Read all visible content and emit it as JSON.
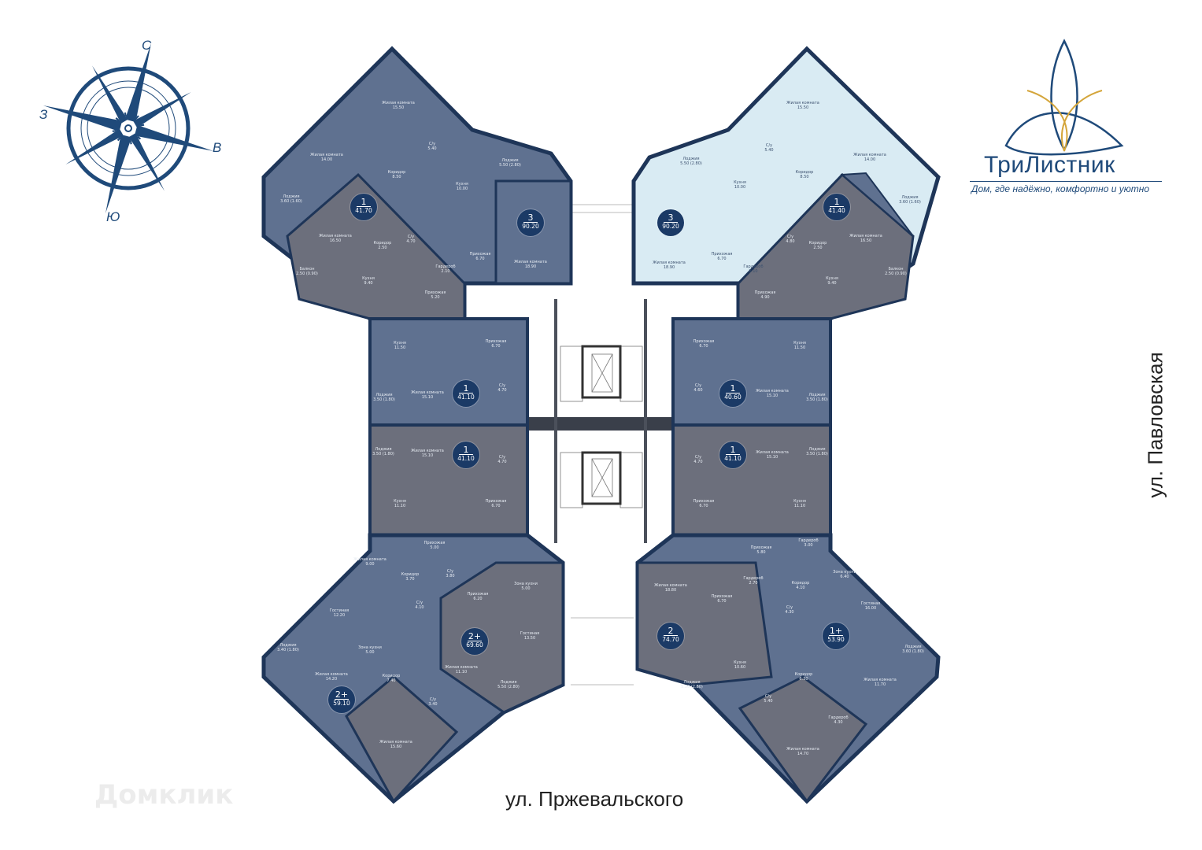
{
  "logo": {
    "title": "ТриЛистник",
    "tagline": "Дом, где надёжно, комфортно и уютно"
  },
  "compass": {
    "north": "С",
    "east": "В",
    "south": "Ю",
    "west": "З"
  },
  "streets": {
    "bottom": "ул. Пржевальского",
    "right": "ул. Павловская"
  },
  "watermark": "Домклик",
  "colors": {
    "unit": "#5f7190",
    "unit_gray": "#6c6f7c",
    "wall": "#1e3558",
    "highlight": "#d9ebf3",
    "badge": "#1b3a66"
  },
  "apartments": [
    {
      "rooms": "1",
      "area": "41.70"
    },
    {
      "rooms": "3",
      "area": "90.20"
    },
    {
      "rooms": "3",
      "area": "90.20",
      "highlighted": true
    },
    {
      "rooms": "1",
      "area": "41.40"
    },
    {
      "rooms": "1",
      "area": "41.10"
    },
    {
      "rooms": "1",
      "area": "40.60"
    },
    {
      "rooms": "1",
      "area": "41.10"
    },
    {
      "rooms": "1",
      "area": "41.10"
    },
    {
      "rooms": "2+",
      "area": "69.60"
    },
    {
      "rooms": "2+",
      "area": "59.10"
    },
    {
      "rooms": "2",
      "area": "74.70"
    },
    {
      "rooms": "1+",
      "area": "53.90"
    }
  ],
  "room_labels": [
    "Жилая комната\n15.50",
    "Жилая комната\n14.00",
    "С/у\n5.40",
    "Коридор\n8.50",
    "Кухня\n10.00",
    "Лоджия\n5.50 (2.80)",
    "Лоджия\n3.60 (1.60)",
    "Жилая комната\n18.90",
    "Прихожая\n6.70",
    "Гардероб\n2.10",
    "Жилая комната\n16.50",
    "Коридор\n2.50",
    "С/у\n4.70",
    "Кухня\n9.40",
    "Балкон\n2.50 (0.90)",
    "Прихожая\n5.20",
    "Лоджия\n5.50 (2.80)",
    "Кухня\n10.00",
    "С/у\n5.40",
    "Жилая комната\n15.50",
    "Жилая комната\n14.00",
    "Коридор\n8.50",
    "Лоджия\n3.60 (1.60)",
    "Жилая комната\n18.90",
    "Прихожая\n6.70",
    "Гардероб\n2.10",
    "Жилая комната\n16.50",
    "Коридор\n2.50",
    "С/у\n4.80",
    "Кухня\n9.40",
    "Балкон\n2.50 (0.90)",
    "Прихожая\n4.90",
    "Кухня\n11.50",
    "Прихожая\n6.70",
    "Жилая комната\n15.10",
    "Лоджия\n3.50 (1.80)",
    "С/у\n4.70",
    "Прихожая\n6.70",
    "Кухня\n11.50",
    "С/у\n4.60",
    "Жилая комната\n15.10",
    "Лоджия\n3.50 (1.80)",
    "Лоджия\n3.50 (1.80)",
    "Жилая комната\n15.10",
    "С/у\n4.70",
    "Кухня\n11.10",
    "Прихожая\n6.70",
    "С/у\n4.70",
    "Жилая комната\n15.10",
    "Лоджия\n3.50 (1.80)",
    "Прихожая\n6.70",
    "Кухня\n11.10",
    "Прихожая\n5.00",
    "Жилая комната\n9.00",
    "Коридор\n3.70",
    "С/у\n3.80",
    "С/у\n4.10",
    "Гостиная\n12.20",
    "Зона кухни\n5.00",
    "Лоджия\n3.40 (1.80)",
    "Жилая комната\n14.20",
    "Коридор\n7.40",
    "С/у\n3.40",
    "Жилая комната\n15.60",
    "Прихожая\n6.20",
    "Зона кухни\n5.00",
    "Гостиная\n13.50",
    "Жилая комната\n11.10",
    "Лоджия\n5.50 (2.80)",
    "Жилая комната\n18.80",
    "Гардероб\n2.70",
    "Прихожая\n6.70",
    "Кухня\n10.60",
    "Лоджия\n5.50 (2.80)",
    "Коридор\n6.30",
    "С/у\n5.40",
    "Жилая комната\n14.70",
    "Гардероб\n4.30",
    "Прихожая\n5.80",
    "Гардероб\n3.00",
    "Коридор\n4.10",
    "Зона кухни\n6.40",
    "Гостиная\n16.00",
    "С/у\n4.30",
    "Лоджия\n3.60 (1.80)",
    "Жилая комната\n11.70"
  ]
}
